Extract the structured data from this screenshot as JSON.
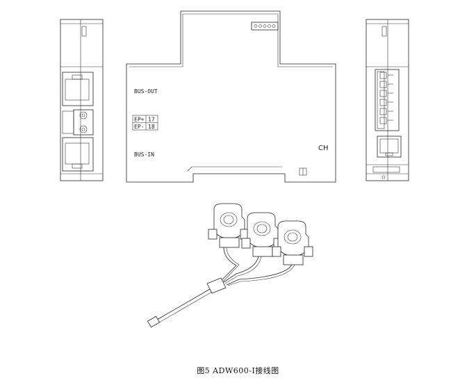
{
  "labels": {
    "bus_out": "BUS-OUT",
    "ep_plus": "EP+",
    "ep_plus_num": "17",
    "ep_minus": "EP-",
    "ep_minus_num": "18",
    "bus_in": "BUS-IN",
    "ch": "CH"
  },
  "caption": "图5  ADW600-I接线图"
}
